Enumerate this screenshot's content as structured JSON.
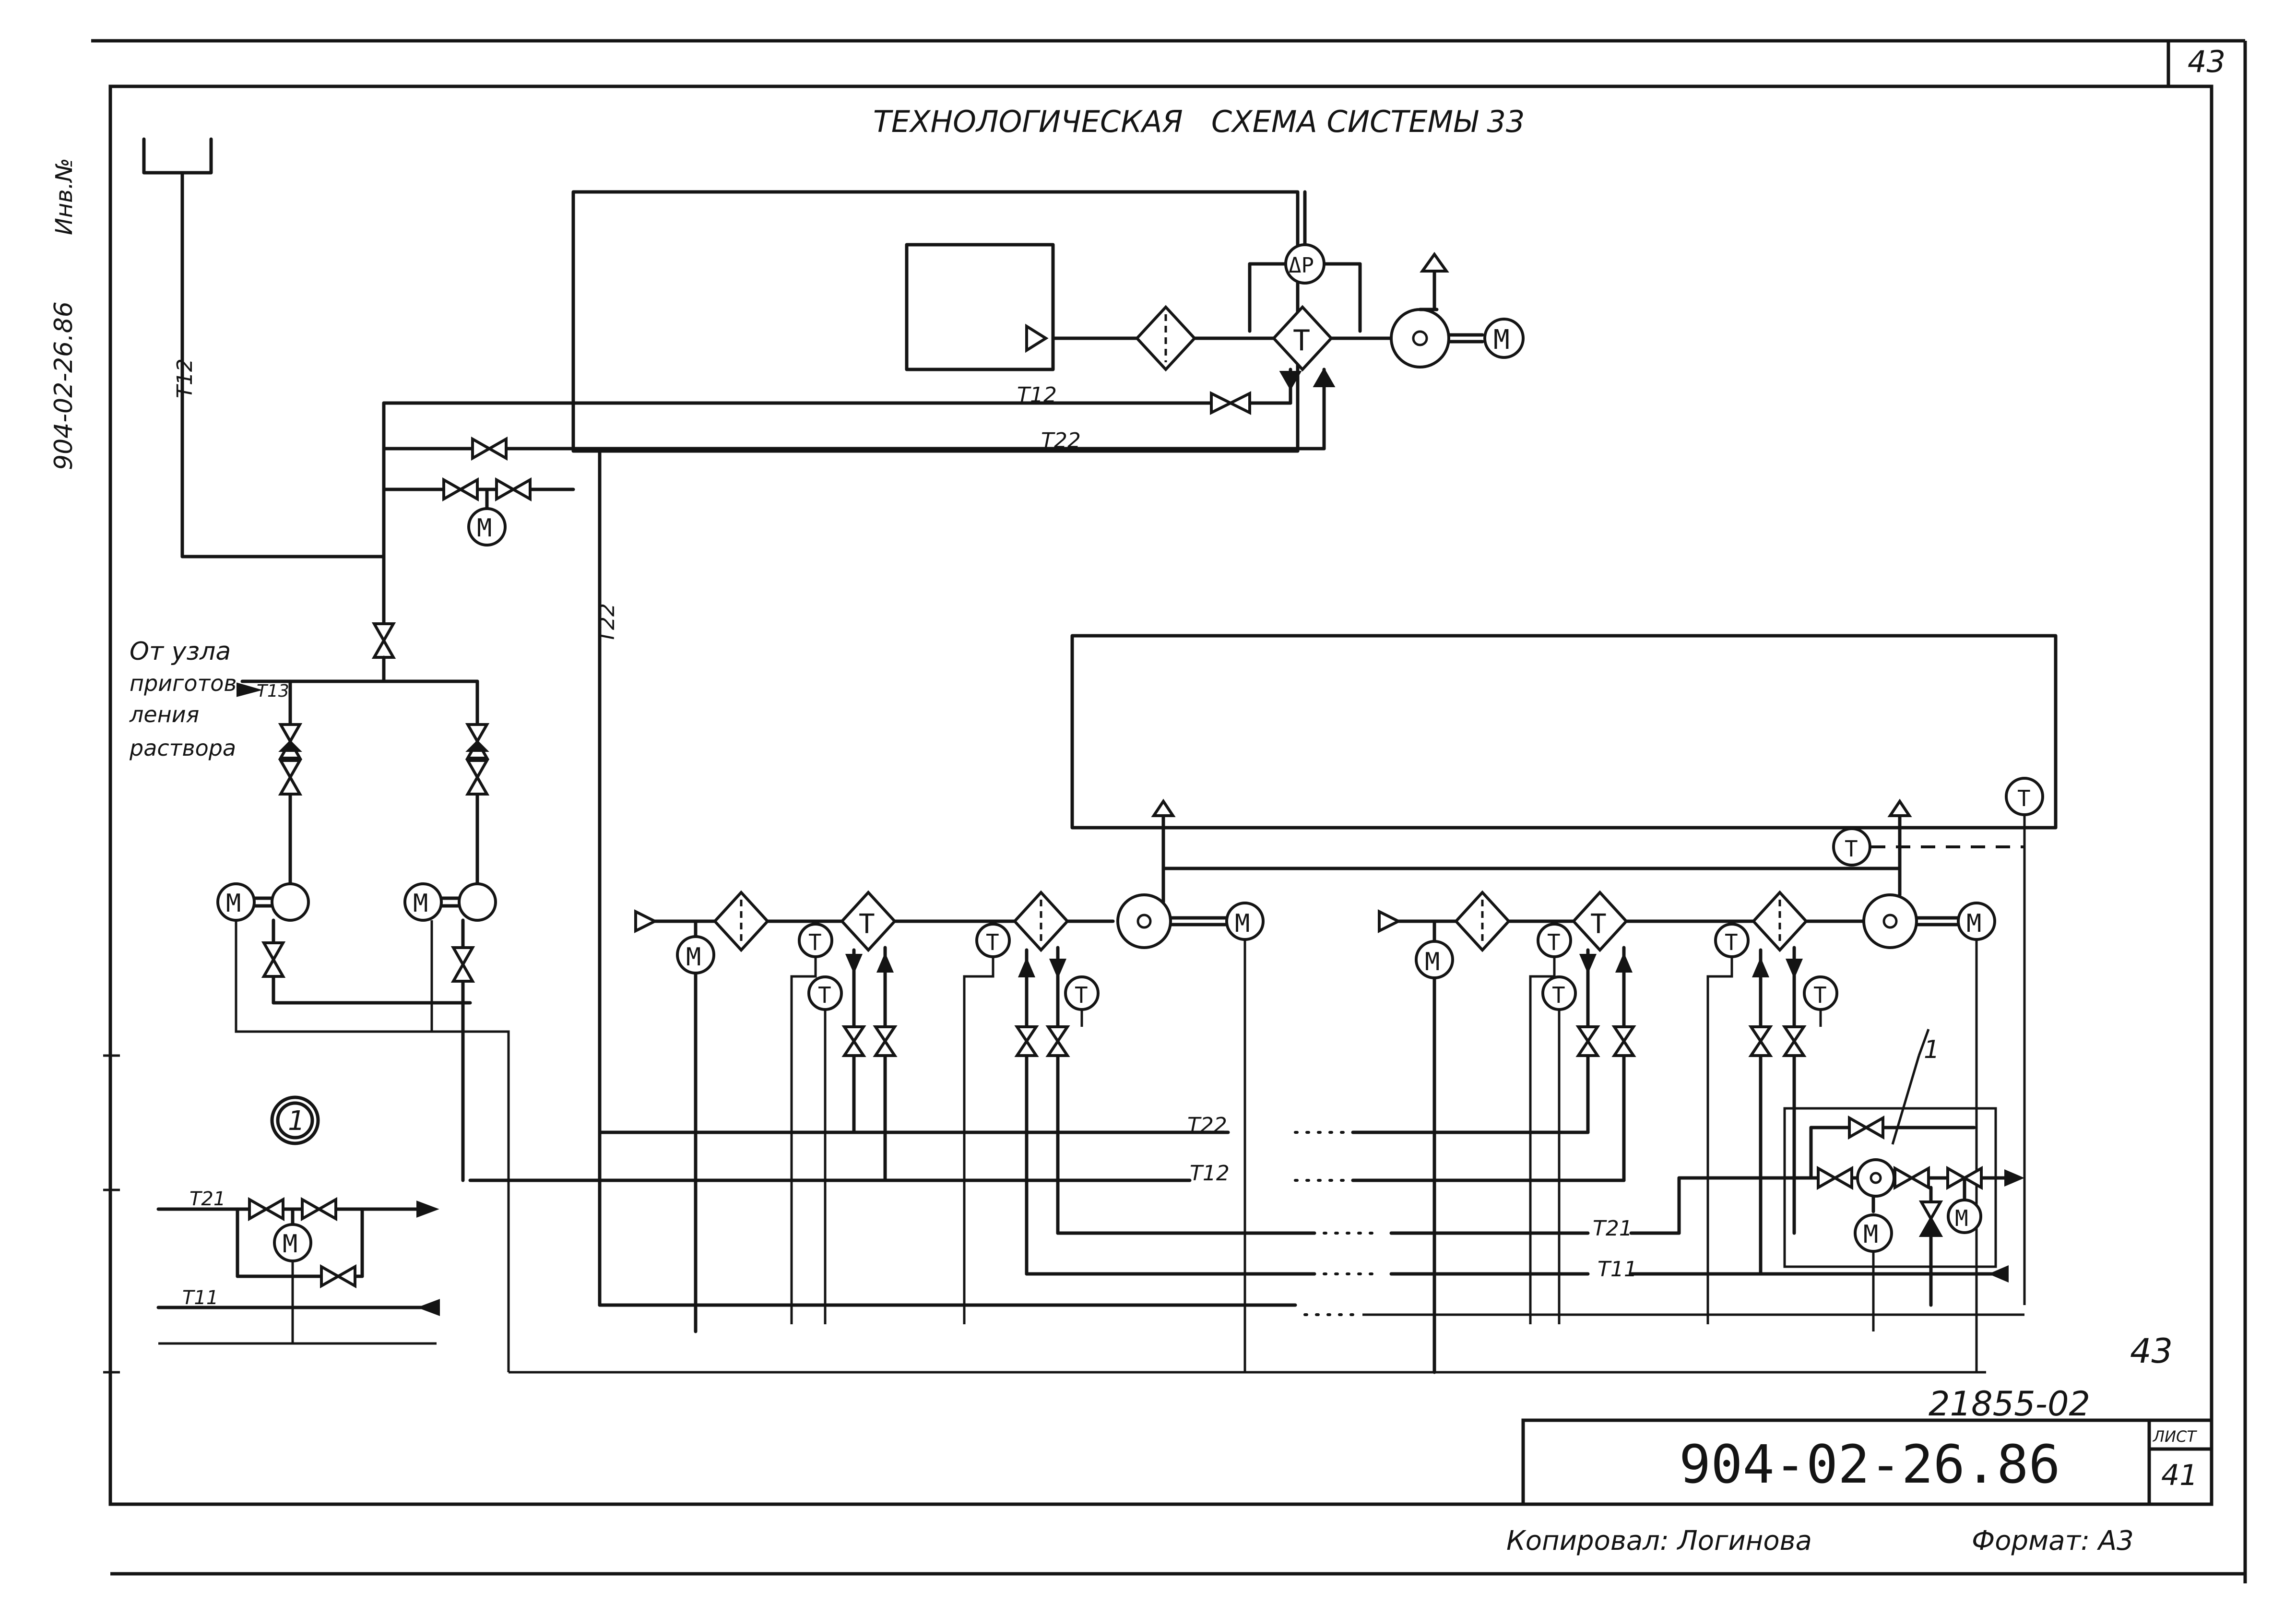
{
  "sheet": {
    "corner_number": "43",
    "title": "ТЕХНОЛОГИЧЕСКАЯ   СХЕМА СИСТЕМЫ 33",
    "side_note": "904-02-26.86",
    "side_note_2": "Инв.№",
    "source_label": [
      "От узла",
      "приготов",
      "ления",
      "раствора"
    ],
    "callout_number": "1",
    "page_hw": "43",
    "archive_code": "21855-02",
    "doc_code": "904-02-26.86",
    "sheet_label": "ЛИСТ",
    "sheet_number": "41",
    "copied_by": "Копировал: Логинова",
    "format": "Формат: А3"
  },
  "pipes": {
    "t12": "Т12",
    "t22": "Т22",
    "t13": "Т13",
    "t21": "Т21",
    "t11": "Т11",
    "dots": "....."
  },
  "symbols": {
    "motor": "М",
    "temp": "Т",
    "dp": "ΔР"
  }
}
